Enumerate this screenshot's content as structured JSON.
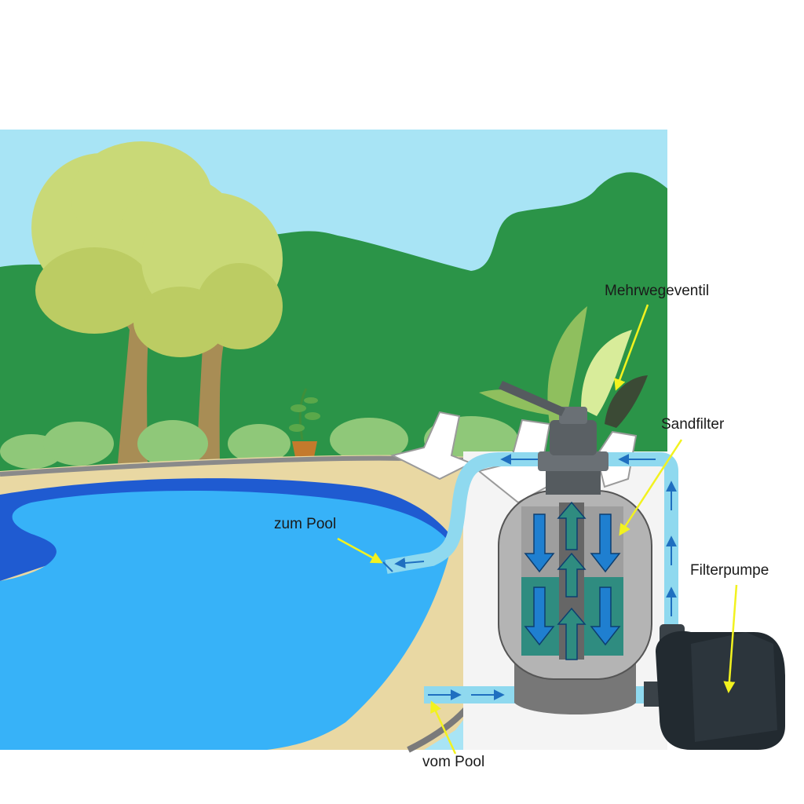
{
  "labels": {
    "valve": "Mehrwegeventil",
    "sand_filter": "Sandfilter",
    "pump": "Filterpumpe",
    "to_pool": "zum  Pool",
    "from_pool": "vom Pool"
  },
  "colors": {
    "sky": "#a8e4f5",
    "hill": "#2b9448",
    "tree_canopy": "#c9d977",
    "trunk": "#a88d55",
    "pool_water": "#37b2f8",
    "pool_wall": "#1f5bd1",
    "deck": "#e9d8a3",
    "pipe": "#8fd9ef",
    "arrow": "#1f6fc0",
    "filter_body": "#b4b4b4",
    "filter_sand": "#2f8c80",
    "pump": "#222a30",
    "pointer": "#f2f21f"
  }
}
